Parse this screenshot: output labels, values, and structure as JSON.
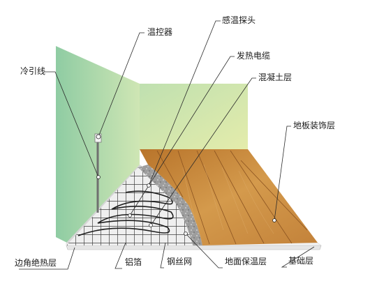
{
  "labels": {
    "thermostat": "温控器",
    "sensor_probe": "感温探头",
    "heating_cable": "发热电缆",
    "concrete_layer": "混凝土层",
    "floor_finish": "地板装饰层",
    "cold_lead": "冷引线",
    "edge_insulation": "边角绝热层",
    "aluminum_foil": "铝箔",
    "steel_mesh": "钢丝网",
    "ground_insulation": "地面保温层",
    "base_layer": "基础层"
  },
  "colors": {
    "left_wall": "#a6d6b0",
    "back_wall": "#d7e8a0",
    "wood_floor": "#c7893a",
    "concrete": "#9a9a9a",
    "mesh": "#4a4a4a",
    "base_slab": "#e6e6e6"
  }
}
